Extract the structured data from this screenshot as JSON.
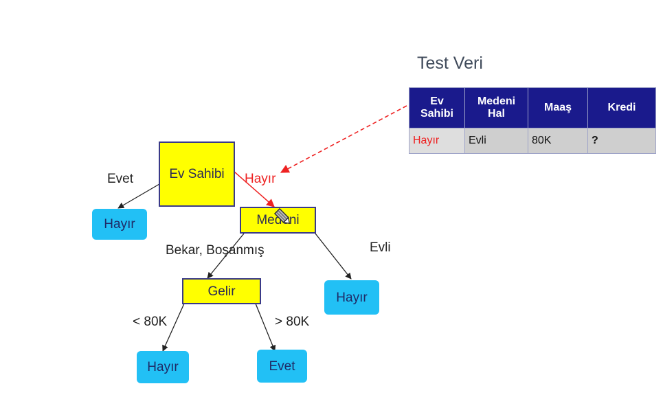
{
  "test_section": {
    "title": "Test Veri",
    "headers": [
      "Ev Sahibi",
      "Medeni Hal",
      "Maaş",
      "Kredi"
    ],
    "row": [
      "Hayır",
      "Evli",
      "80K",
      "?"
    ]
  },
  "tree": {
    "root": "Ev Sahibi",
    "root_left_leaf": "Hayır",
    "medeni": "Medeni",
    "gelir": "Gelir",
    "evli_leaf": "Hayır",
    "low_income_leaf": "Hayır",
    "high_income_leaf": "Evet"
  },
  "edges": {
    "evet": "Evet",
    "hayir": "Hayır",
    "bekar_bosanmis": "Bekar, Boşanmış",
    "evli": "Evli",
    "below_80k": "< 80K",
    "above_80k": "> 80K"
  },
  "colors": {
    "decision_fill": "#ffff00",
    "leaf_fill": "#22c0f5",
    "highlight": "#ee2222",
    "table_header": "#1a1a8c"
  },
  "icons": [
    "pencil-cursor-icon"
  ]
}
